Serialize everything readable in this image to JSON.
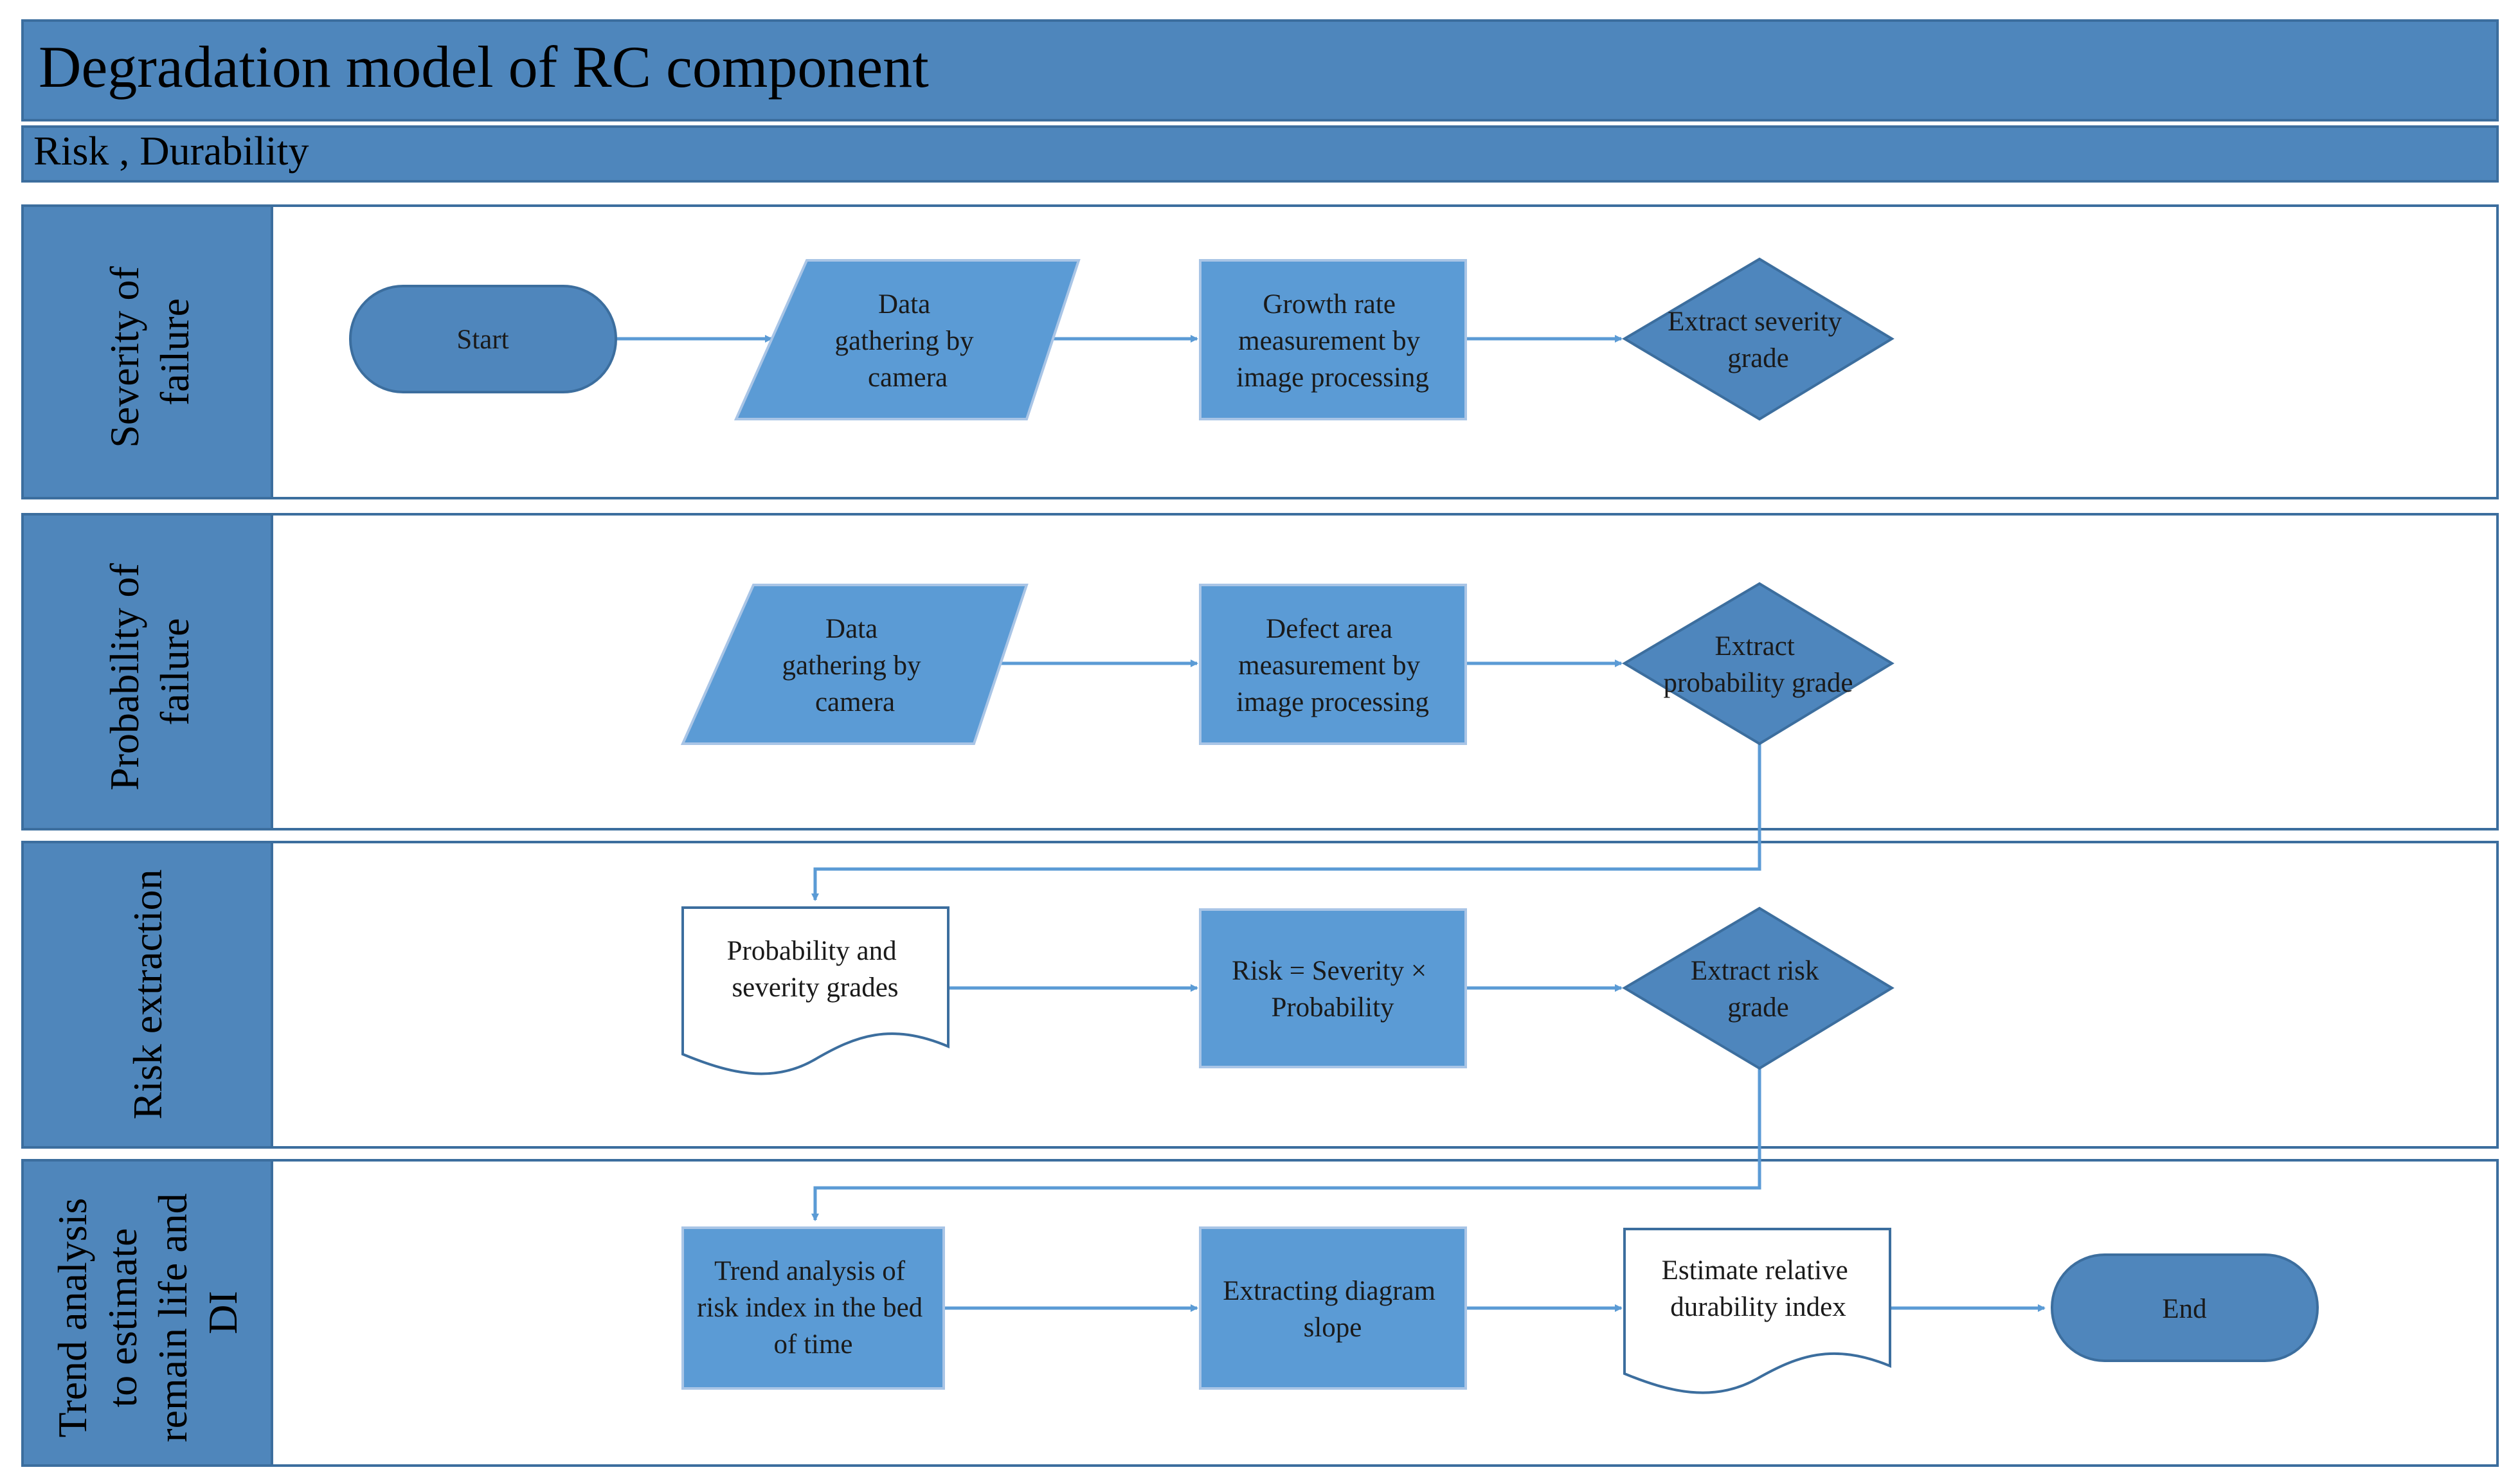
{
  "title": "Degradation model of RC component",
  "subtitle": "Risk , Durability",
  "colors": {
    "header": "#4e86bc",
    "lane_label": "#4f86bb",
    "terminal": "#4f86bc",
    "process": "#5b9bd5",
    "decision": "#4e86bd",
    "document": "#ffffff",
    "arrow": "#5b9bd5",
    "border": "#3c6e9e"
  },
  "lanes": [
    {
      "label_lines": [
        "Severity of",
        "failure"
      ]
    },
    {
      "label_lines": [
        "Probability of",
        "failure"
      ]
    },
    {
      "label_lines": [
        "Risk extraction"
      ]
    },
    {
      "label_lines": [
        "Trend analysis",
        "to estimate",
        "remain life and",
        "DI"
      ]
    }
  ],
  "nodes": {
    "start": {
      "shape": "terminal",
      "lines": [
        "Start"
      ]
    },
    "data_gathering_1": {
      "shape": "data",
      "lines": [
        "Data",
        "gathering by",
        "camera"
      ]
    },
    "growth_rate": {
      "shape": "process",
      "lines": [
        "Growth rate",
        "measurement by",
        "image processing"
      ]
    },
    "extract_severity": {
      "shape": "decision",
      "lines": [
        "Extract severity",
        "grade"
      ]
    },
    "data_gathering_2": {
      "shape": "data",
      "lines": [
        "Data",
        "gathering by",
        "camera"
      ]
    },
    "defect_area": {
      "shape": "process",
      "lines": [
        "Defect area",
        "measurement by",
        "image processing"
      ]
    },
    "extract_probability": {
      "shape": "decision",
      "lines": [
        "Extract",
        "probability grade"
      ]
    },
    "prob_sev_grades": {
      "shape": "document",
      "lines": [
        "Probability and",
        "severity grades"
      ]
    },
    "risk_formula": {
      "shape": "process",
      "lines": [
        "Risk = Severity ×",
        "Probability"
      ]
    },
    "extract_risk": {
      "shape": "decision",
      "lines": [
        "Extract risk",
        "grade"
      ]
    },
    "trend_analysis": {
      "shape": "process",
      "lines": [
        "Trend analysis of",
        "risk index in the bed",
        "of time"
      ]
    },
    "diagram_slope": {
      "shape": "process",
      "lines": [
        "Extracting diagram",
        "slope"
      ]
    },
    "estimate_durability": {
      "shape": "document",
      "lines": [
        "Estimate relative",
        "durability index"
      ]
    },
    "end": {
      "shape": "terminal",
      "lines": [
        "End"
      ]
    }
  }
}
